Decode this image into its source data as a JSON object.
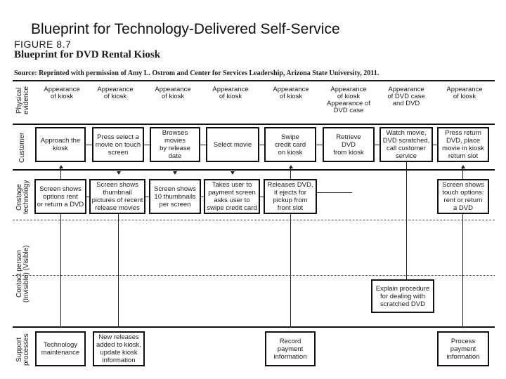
{
  "slide_title": "Blueprint for Technology-Delivered Self-Service",
  "figure": {
    "label": "FIGURE 8.7",
    "name": "Blueprint for DVD Rental Kiosk",
    "source": "Source: Reprinted with permission of Amy L. Ostrom and Center for Services Leadership, Arizona State University, 2011."
  },
  "lanes": {
    "physical_evidence": "Physical\nevidence",
    "customer": "Customer",
    "onstage_technology": "Onstage\ntechnology",
    "contact_person": "Contact person\n(Invisible)   (Visible)",
    "support_processes": "Support\nprocesses"
  },
  "physical_evidence": [
    "Appearance\nof kiosk",
    "Appearance\nof kiosk",
    "Appearance\nof kiosk",
    "Appearance\nof kiosk",
    "Appearance\nof kiosk",
    "Appearance\nof kiosk\nAppearance of\nDVD case",
    "Appearance\nof DVD case\nand DVD",
    "Appearance\nof kiosk"
  ],
  "customer_actions": [
    "Approach the\nkiosk",
    "Press select a\nmovie on touch\nscreen",
    "Browses\nmovies\nby release\ndate",
    "Select movie",
    "Swipe\ncredit card\non kiosk",
    "Retrieve\nDVD\nfrom kiosk",
    "Watch movie,\nDVD scratched,\ncall customer\nservice",
    "Press return\nDVD, place\nmovie in kiosk\nreturn slot"
  ],
  "onstage_technology": [
    "Screen shows\noptions rent\nor return a DVD",
    "Screen shows\nthumbnail\npictures of recent\nrelease movies",
    "Screen shows\n10 thumbnails\nper screen",
    "Takes user to\npayment screen\nasks user to\nswipe credit card",
    "Releases DVD,\nit ejects for\npickup from\nfront slot",
    "Screen shows\ntouch options:\nrent or return\na DVD"
  ],
  "contact_person": [
    "Explain procedure\nfor dealing with\nscratched DVD"
  ],
  "support_processes": [
    "Technology\nmaintenance",
    "New releases\nadded to kiosk,\nupdate kiosk\ninformation",
    "Record\npayment\ninformation",
    "Process\npayment\ninformation"
  ]
}
